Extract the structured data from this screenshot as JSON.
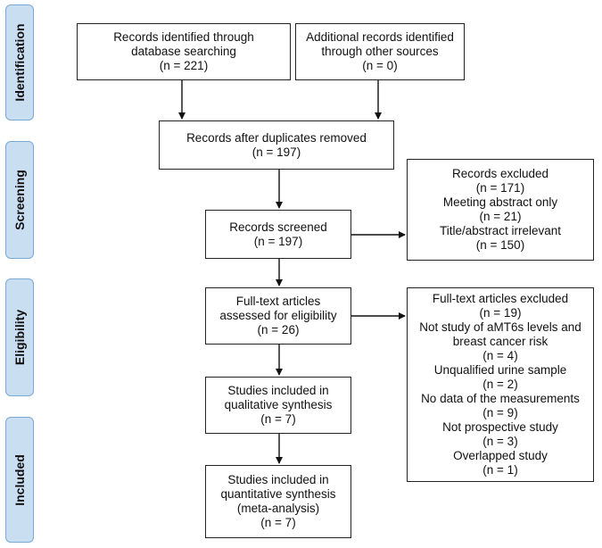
{
  "phases": {
    "identification": "Identification",
    "screening": "Screening",
    "eligibility": "Eligibility",
    "included": "Included"
  },
  "boxes": {
    "database": [
      "Records identified through",
      "database searching",
      "(n = 221)"
    ],
    "other_sources": [
      "Additional records identified",
      "through other sources",
      "(n = 0)"
    ],
    "after_duplicates": [
      "Records after duplicates removed",
      "(n = 197)"
    ],
    "screened": [
      "Records screened",
      "(n = 197)"
    ],
    "excluded_records": [
      "Records excluded",
      "(n = 171)",
      "Meeting abstract only",
      "(n = 21)",
      "Title/abstract irrelevant",
      "(n = 150)"
    ],
    "fulltext": [
      "Full-text articles",
      "assessed for eligibility",
      "(n = 26)"
    ],
    "fulltext_excluded": [
      "Full-text articles excluded",
      "(n = 19)",
      "Not study of aMT6s levels and",
      "breast cancer risk",
      "(n = 4)",
      "Unqualified urine sample",
      "(n = 2)",
      "No data of the measurements",
      "(n = 9)",
      "Not prospective study",
      "(n = 3)",
      "Overlapped study",
      "(n = 1)"
    ],
    "qualitative": [
      "Studies included in",
      "qualitative synthesis",
      "(n = 7)"
    ],
    "quantitative": [
      "Studies included in",
      "quantitative synthesis",
      "(meta-analysis)",
      "(n = 7)"
    ]
  }
}
